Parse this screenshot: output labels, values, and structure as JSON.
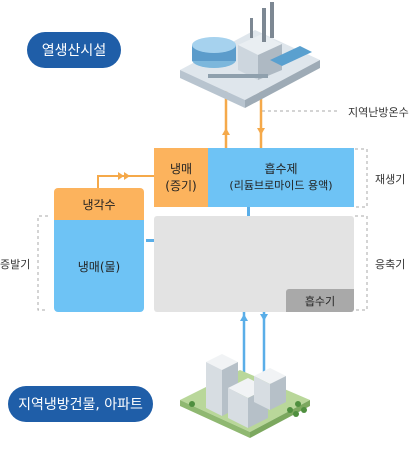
{
  "labels": {
    "plant": "열생산시설",
    "buildings": "지역냉방건물, 아파트",
    "district_cooling_water": "지역난방온수",
    "regenerator": "재생기",
    "condenser": "응축기",
    "evaporator": "증발기"
  },
  "boxes": {
    "refrigerant_vapor_line1": "냉매",
    "refrigerant_vapor_line2": "(증기)",
    "absorbent_line1": "흡수제",
    "absorbent_line2": "(리듐브로마이드 용액)",
    "cooling_water": "냉각수",
    "refrigerant_water": "냉매(물)",
    "absorber": "흡수기"
  },
  "colors": {
    "pill_blue": "#1f5ea8",
    "light_blue": "#6ec3f5",
    "orange": "#fcb35d",
    "gray_box": "#e3e3e3",
    "dark_gray": "#a9a9a9",
    "pipe_blue": "#5aaee8",
    "pipe_orange": "#f5a94a"
  }
}
